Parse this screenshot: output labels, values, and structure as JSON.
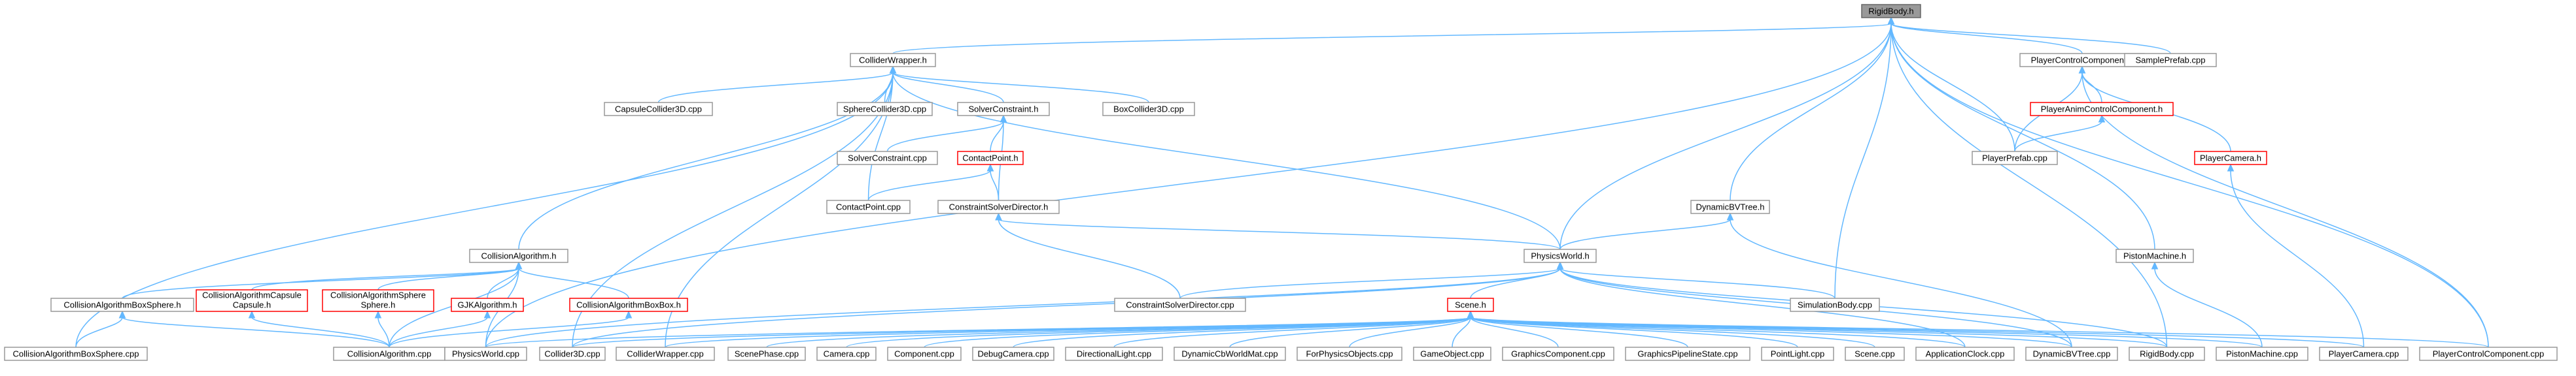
{
  "graph": {
    "type": "include-dependency-graph",
    "colors": {
      "edge": "#63b8ff",
      "node_border": "#999999",
      "node_border_truncated": "#ff0000",
      "root_fill": "#999999"
    },
    "nodes": [
      {
        "id": "rigidbody_h",
        "label": "RigidBody.h",
        "root": true
      },
      {
        "id": "colliderwrapper_h",
        "label": "ColliderWrapper.h"
      },
      {
        "id": "playercontrolcomponent_h",
        "label": "PlayerControlComponent.h"
      },
      {
        "id": "sampleprefab_cpp",
        "label": "SamplePrefab.cpp"
      },
      {
        "id": "capsulecollider3d_cpp",
        "label": "CapsuleCollider3D.cpp"
      },
      {
        "id": "spherecollider3d_cpp",
        "label": "SphereCollider3D.cpp"
      },
      {
        "id": "solverconstraint_h",
        "label": "SolverConstraint.h"
      },
      {
        "id": "boxcollider3d_cpp",
        "label": "BoxCollider3D.cpp"
      },
      {
        "id": "playeranimcontrolcomponent_h",
        "label": "PlayerAnimControlComponent.h",
        "truncated": true
      },
      {
        "id": "solverconstraint_cpp",
        "label": "SolverConstraint.cpp"
      },
      {
        "id": "contactpoint_h",
        "label": "ContactPoint.h",
        "truncated": true
      },
      {
        "id": "playerprefab_cpp",
        "label": "PlayerPrefab.cpp"
      },
      {
        "id": "playercamera_h",
        "label": "PlayerCamera.h",
        "truncated": true
      },
      {
        "id": "contactpoint_cpp",
        "label": "ContactPoint.cpp"
      },
      {
        "id": "constraintsolverdirector_h",
        "label": "ConstraintSolverDirector.h"
      },
      {
        "id": "dynamicbvtree_h",
        "label": "DynamicBVTree.h"
      },
      {
        "id": "collisionalgorithm_h",
        "label": "CollisionAlgorithm.h"
      },
      {
        "id": "physicsworld_h",
        "label": "PhysicsWorld.h"
      },
      {
        "id": "pistonmachine_h",
        "label": "PistonMachine.h"
      },
      {
        "id": "cabs_h",
        "label": "CollisionAlgorithmBoxSphere.h"
      },
      {
        "id": "cacc_h",
        "label": "CollisionAlgorithmCapsule\nCapsule.h",
        "truncated": true
      },
      {
        "id": "cass_h",
        "label": "CollisionAlgorithmSphere\nSphere.h",
        "truncated": true
      },
      {
        "id": "gjk_h",
        "label": "GJKAlgorithm.h",
        "truncated": true
      },
      {
        "id": "cabb_h",
        "label": "CollisionAlgorithmBoxBox.h",
        "truncated": true
      },
      {
        "id": "constraintsolverdirector_cpp",
        "label": "ConstraintSolverDirector.cpp"
      },
      {
        "id": "scene_h",
        "label": "Scene.h",
        "truncated": true
      },
      {
        "id": "simulationbody_cpp",
        "label": "SimulationBody.cpp"
      },
      {
        "id": "cabs_cpp",
        "label": "CollisionAlgorithmBoxSphere.cpp"
      },
      {
        "id": "collisionalgorithm_cpp",
        "label": "CollisionAlgorithm.cpp"
      },
      {
        "id": "physicsworld_cpp",
        "label": "PhysicsWorld.cpp"
      },
      {
        "id": "collider3d_cpp",
        "label": "Collider3D.cpp"
      },
      {
        "id": "colliderwrapper_cpp",
        "label": "ColliderWrapper.cpp"
      },
      {
        "id": "scenephase_cpp",
        "label": "ScenePhase.cpp"
      },
      {
        "id": "camera_cpp",
        "label": "Camera.cpp"
      },
      {
        "id": "component_cpp",
        "label": "Component.cpp"
      },
      {
        "id": "debugcamera_cpp",
        "label": "DebugCamera.cpp"
      },
      {
        "id": "directionallight_cpp",
        "label": "DirectionalLight.cpp"
      },
      {
        "id": "dynamiccbworldmat_cpp",
        "label": "DynamicCbWorldMat.cpp"
      },
      {
        "id": "forphysicsobjects_cpp",
        "label": "ForPhysicsObjects.cpp"
      },
      {
        "id": "gameobject_cpp",
        "label": "GameObject.cpp"
      },
      {
        "id": "graphicscomponent_cpp",
        "label": "GraphicsComponent.cpp"
      },
      {
        "id": "graphicspipelinestate_cpp",
        "label": "GraphicsPipelineState.cpp"
      },
      {
        "id": "pointlight_cpp",
        "label": "PointLight.cpp"
      },
      {
        "id": "scene_cpp",
        "label": "Scene.cpp"
      },
      {
        "id": "applicationclock_cpp",
        "label": "ApplicationClock.cpp"
      },
      {
        "id": "dynamicbvtree_cpp",
        "label": "DynamicBVTree.cpp"
      },
      {
        "id": "rigidbody_cpp",
        "label": "RigidBody.cpp"
      },
      {
        "id": "pistonmachine_cpp",
        "label": "PistonMachine.cpp"
      },
      {
        "id": "playercamera_cpp",
        "label": "PlayerCamera.cpp"
      },
      {
        "id": "playercontrolcomponent_cpp",
        "label": "PlayerControlComponent.cpp"
      }
    ],
    "edges": [
      [
        "colliderwrapper_h",
        "rigidbody_h"
      ],
      [
        "playercontrolcomponent_h",
        "rigidbody_h"
      ],
      [
        "sampleprefab_cpp",
        "rigidbody_h"
      ],
      [
        "dynamicbvtree_h",
        "rigidbody_h"
      ],
      [
        "physicsworld_h",
        "rigidbody_h"
      ],
      [
        "pistonmachine_h",
        "rigidbody_h"
      ],
      [
        "simulationbody_cpp",
        "rigidbody_h"
      ],
      [
        "physicsworld_cpp",
        "rigidbody_h"
      ],
      [
        "rigidbody_cpp",
        "rigidbody_h"
      ],
      [
        "playerprefab_cpp",
        "rigidbody_h"
      ],
      [
        "playercontrolcomponent_cpp",
        "rigidbody_h"
      ],
      [
        "capsulecollider3d_cpp",
        "colliderwrapper_h"
      ],
      [
        "spherecollider3d_cpp",
        "colliderwrapper_h"
      ],
      [
        "solverconstraint_h",
        "colliderwrapper_h"
      ],
      [
        "boxcollider3d_cpp",
        "colliderwrapper_h"
      ],
      [
        "contactpoint_cpp",
        "colliderwrapper_h"
      ],
      [
        "collisionalgorithm_h",
        "colliderwrapper_h"
      ],
      [
        "physicsworld_h",
        "colliderwrapper_h"
      ],
      [
        "cabs_cpp",
        "colliderwrapper_h"
      ],
      [
        "collider3d_cpp",
        "colliderwrapper_h"
      ],
      [
        "colliderwrapper_cpp",
        "colliderwrapper_h"
      ],
      [
        "playeranimcontrolcomponent_h",
        "playercontrolcomponent_h"
      ],
      [
        "playerprefab_cpp",
        "playercontrolcomponent_h"
      ],
      [
        "playercamera_h",
        "playercontrolcomponent_h"
      ],
      [
        "playercontrolcomponent_cpp",
        "playercontrolcomponent_h"
      ],
      [
        "playerprefab_cpp",
        "playeranimcontrolcomponent_h"
      ],
      [
        "playercamera_cpp",
        "playercamera_h"
      ],
      [
        "solverconstraint_cpp",
        "solverconstraint_h"
      ],
      [
        "contactpoint_h",
        "solverconstraint_h"
      ],
      [
        "constraintsolverdirector_h",
        "solverconstraint_h"
      ],
      [
        "contactpoint_cpp",
        "contactpoint_h"
      ],
      [
        "constraintsolverdirector_h",
        "contactpoint_h"
      ],
      [
        "physicsworld_h",
        "constraintsolverdirector_h"
      ],
      [
        "constraintsolverdirector_cpp",
        "constraintsolverdirector_h"
      ],
      [
        "physicsworld_h",
        "dynamicbvtree_h"
      ],
      [
        "dynamicbvtree_cpp",
        "dynamicbvtree_h"
      ],
      [
        "pistonmachine_cpp",
        "pistonmachine_h"
      ],
      [
        "cabs_h",
        "collisionalgorithm_h"
      ],
      [
        "cacc_h",
        "collisionalgorithm_h"
      ],
      [
        "cass_h",
        "collisionalgorithm_h"
      ],
      [
        "gjk_h",
        "collisionalgorithm_h"
      ],
      [
        "cabb_h",
        "collisionalgorithm_h"
      ],
      [
        "collisionalgorithm_cpp",
        "collisionalgorithm_h"
      ],
      [
        "physicsworld_cpp",
        "collisionalgorithm_h"
      ],
      [
        "cabs_cpp",
        "cabs_h"
      ],
      [
        "collisionalgorithm_cpp",
        "cabs_h"
      ],
      [
        "collisionalgorithm_cpp",
        "cacc_h"
      ],
      [
        "collisionalgorithm_cpp",
        "cass_h"
      ],
      [
        "collisionalgorithm_cpp",
        "gjk_h"
      ],
      [
        "collisionalgorithm_cpp",
        "cabb_h"
      ],
      [
        "constraintsolverdirector_cpp",
        "physicsworld_h"
      ],
      [
        "scene_h",
        "physicsworld_h"
      ],
      [
        "simulationbody_cpp",
        "physicsworld_h"
      ],
      [
        "physicsworld_cpp",
        "physicsworld_h"
      ],
      [
        "collider3d_cpp",
        "physicsworld_h"
      ],
      [
        "applicationclock_cpp",
        "physicsworld_h"
      ],
      [
        "dynamicbvtree_cpp",
        "physicsworld_h"
      ],
      [
        "rigidbody_cpp",
        "physicsworld_h"
      ],
      [
        "physicsworld_cpp",
        "scene_h"
      ],
      [
        "collider3d_cpp",
        "scene_h"
      ],
      [
        "colliderwrapper_cpp",
        "scene_h"
      ],
      [
        "scenephase_cpp",
        "scene_h"
      ],
      [
        "camera_cpp",
        "scene_h"
      ],
      [
        "component_cpp",
        "scene_h"
      ],
      [
        "debugcamera_cpp",
        "scene_h"
      ],
      [
        "directionallight_cpp",
        "scene_h"
      ],
      [
        "dynamiccbworldmat_cpp",
        "scene_h"
      ],
      [
        "forphysicsobjects_cpp",
        "scene_h"
      ],
      [
        "gameobject_cpp",
        "scene_h"
      ],
      [
        "graphicscomponent_cpp",
        "scene_h"
      ],
      [
        "graphicspipelinestate_cpp",
        "scene_h"
      ],
      [
        "pointlight_cpp",
        "scene_h"
      ],
      [
        "scene_cpp",
        "scene_h"
      ],
      [
        "applicationclock_cpp",
        "scene_h"
      ],
      [
        "dynamicbvtree_cpp",
        "scene_h"
      ],
      [
        "rigidbody_cpp",
        "scene_h"
      ],
      [
        "pistonmachine_cpp",
        "scene_h"
      ],
      [
        "playercamera_cpp",
        "scene_h"
      ],
      [
        "playercontrolcomponent_cpp",
        "scene_h"
      ]
    ]
  }
}
